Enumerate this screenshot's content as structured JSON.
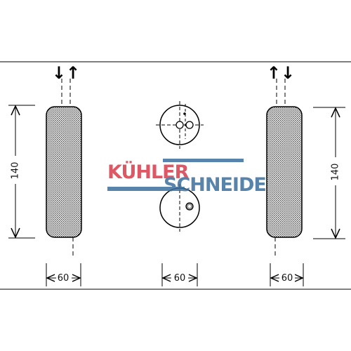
{
  "drawing": {
    "dimensions": {
      "height_left": "140",
      "height_right": "140",
      "width_left": "60",
      "width_center": "60",
      "width_right": "60"
    },
    "flow_arrows": {
      "left": "↓↑",
      "right": "↑↓"
    },
    "watermark": {
      "part1": "KÜHLER",
      "part2": "SCHNEIDER",
      "colors": {
        "primary": "#d83a4a",
        "secondary": "#3b6f9e"
      }
    }
  }
}
